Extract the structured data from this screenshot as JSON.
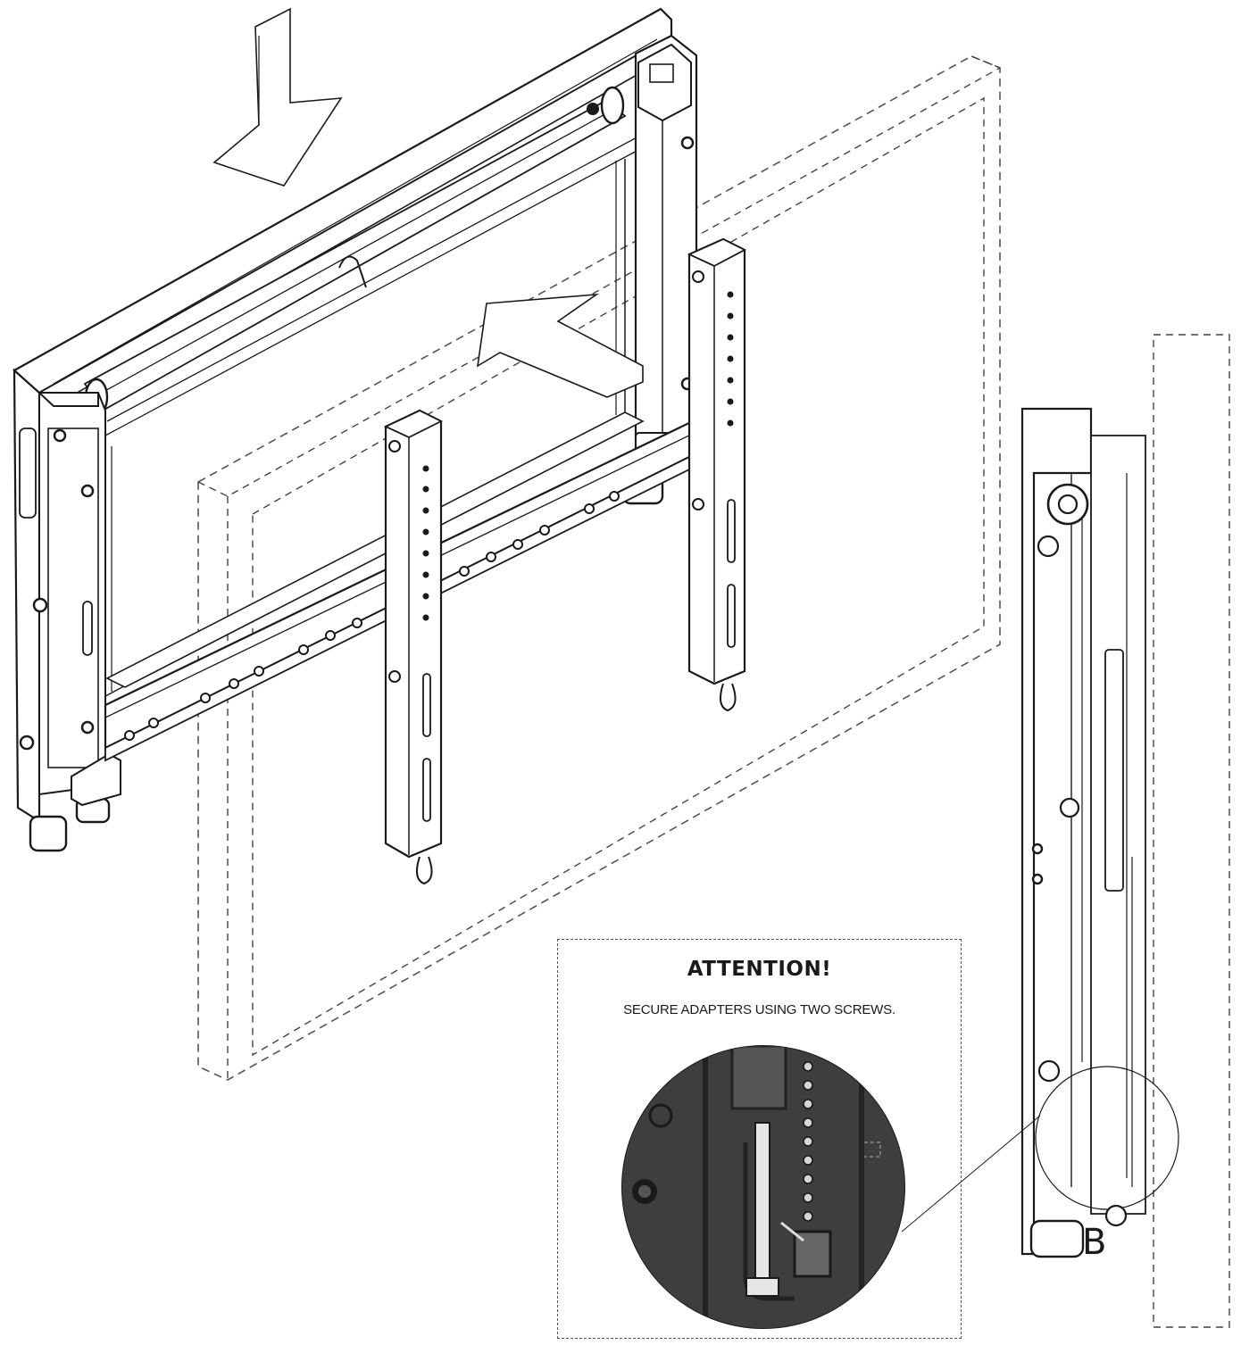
{
  "attention": {
    "title": "ATTENTION!",
    "text": "SECURE ADAPTERS USING TWO SCREWS."
  },
  "side_view": {
    "label": "B"
  },
  "icons": [
    "arrow-down-icon",
    "arrow-insert-icon",
    "magnifier-detail-icon"
  ]
}
